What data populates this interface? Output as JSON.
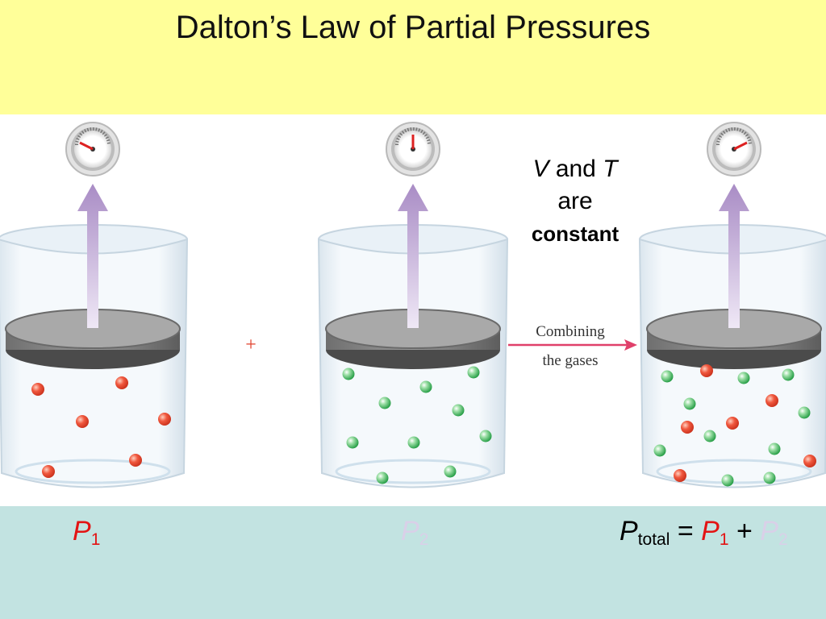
{
  "slide": {
    "title": "Dalton’s Law of Partial Pressures"
  },
  "diagram": {
    "plus_sign": "+",
    "arrow_caption_line1": "Combining",
    "arrow_caption_line2": "the gases",
    "conditions": {
      "v": "V",
      "and": "and",
      "t": "T",
      "are": "are",
      "constant": "constant"
    },
    "containers": [
      {
        "gas_color": "red",
        "gauge_reading": "low"
      },
      {
        "gas_color": "green",
        "gauge_reading": "medium"
      },
      {
        "gas_color": "red+green",
        "gauge_reading": "high"
      }
    ],
    "colors": {
      "red_gas": "#e0402c",
      "green_gas": "#2aa64a",
      "arrow": "#a98cc5",
      "label_red": "#e31414"
    }
  },
  "labels": {
    "p1": {
      "symbol": "P",
      "sub": "1"
    },
    "p2": {
      "symbol": "P",
      "sub": "2"
    },
    "ptotal": {
      "symbol": "P",
      "sub": "total",
      "equals": "=",
      "p1_symbol": "P",
      "p1_sub": "1",
      "plus": "+",
      "p2_symbol": "P",
      "p2_sub": "2"
    }
  }
}
